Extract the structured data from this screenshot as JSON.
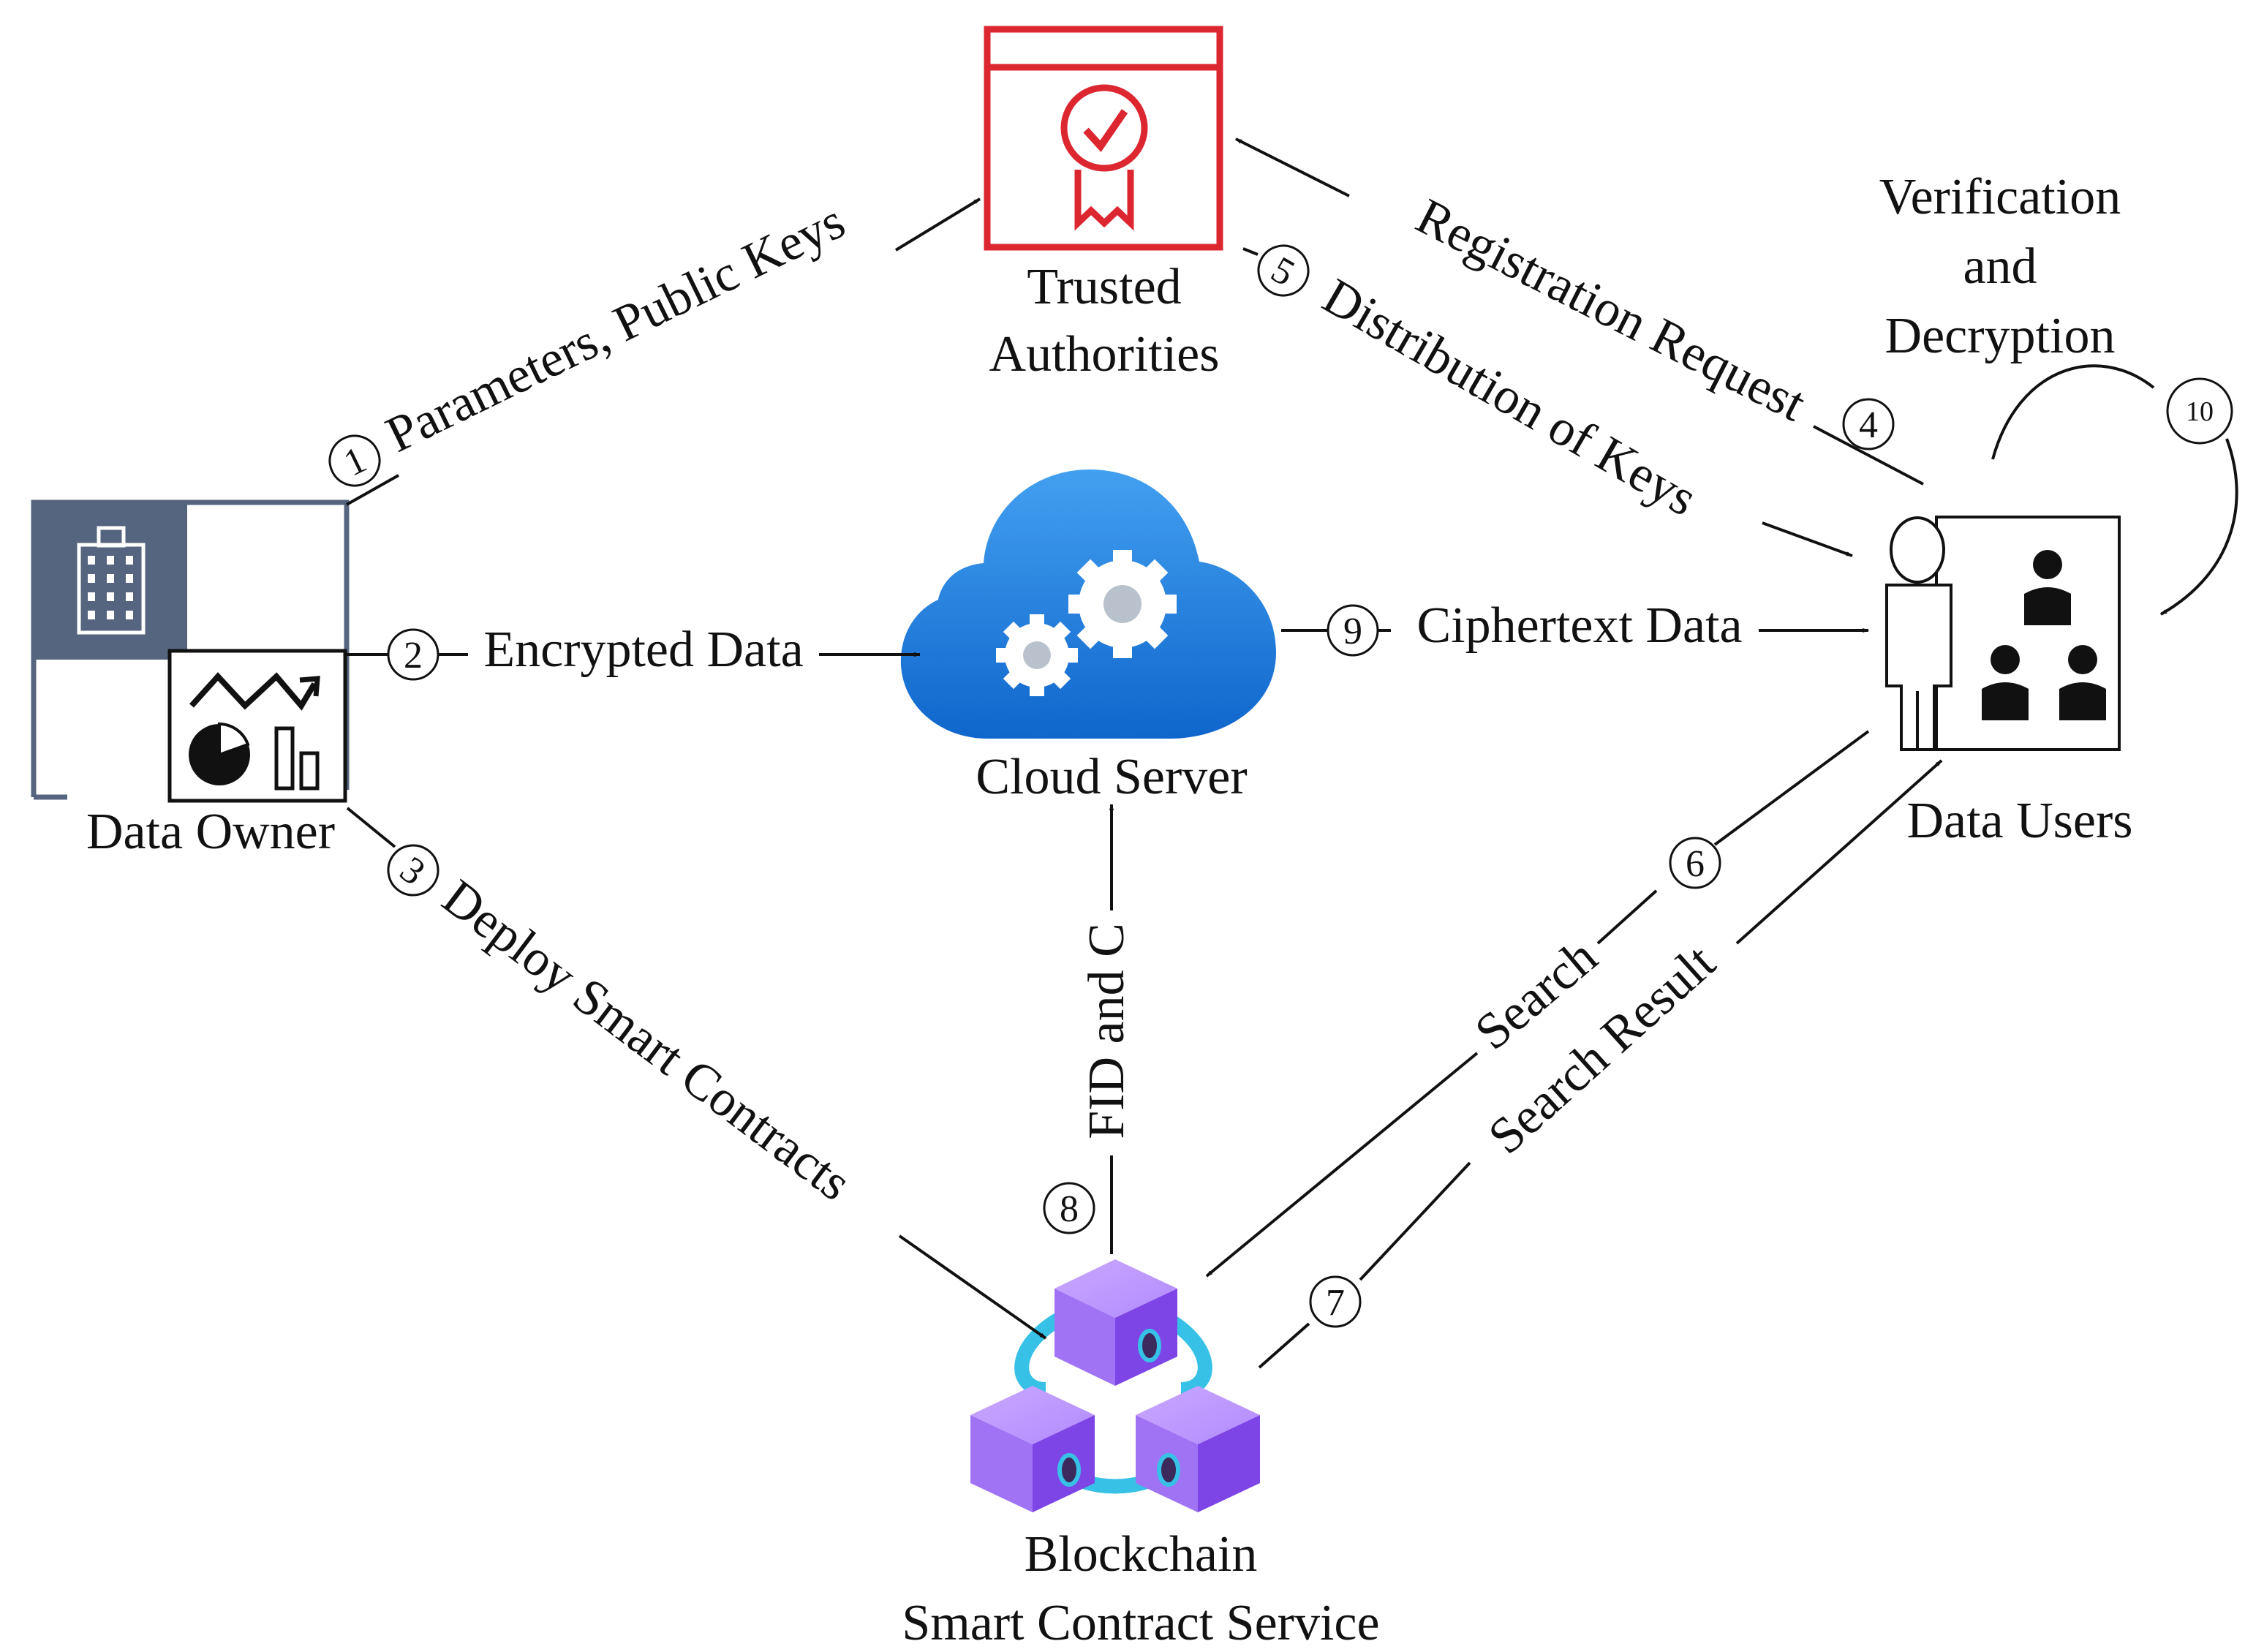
{
  "nodes": {
    "trusted_authorities": {
      "line1": "Trusted",
      "line2": "Authorities",
      "icon": "certificate-icon",
      "color": "#dc2630"
    },
    "data_owner": {
      "label": "Data Owner",
      "icon": "building-analytics-icon",
      "accent": "#56657f"
    },
    "cloud_server": {
      "label": "Cloud Server",
      "icon": "cloud-gears-icon",
      "color": "#1e7fde"
    },
    "data_users": {
      "label": "Data Users",
      "icon": "users-icon"
    },
    "blockchain": {
      "line1": "Blockchain",
      "line2": "Smart Contract Service",
      "icon": "blockchain-cubes-icon",
      "color": "#9b59f0"
    },
    "verification": {
      "line1": "Verification",
      "line2": "and",
      "line3": "Decryption"
    }
  },
  "edges": [
    {
      "step": "1",
      "label": "Parameters, Public Keys"
    },
    {
      "step": "2",
      "label": "Encrypted Data"
    },
    {
      "step": "3",
      "label": "Deploy Smart Contracts"
    },
    {
      "step": "4",
      "label": "Registration Request"
    },
    {
      "step": "5",
      "label": "Distribution of Keys"
    },
    {
      "step": "6",
      "label": "Search"
    },
    {
      "step": "7",
      "label": "Search Result"
    },
    {
      "step": "8",
      "label": "FID and C"
    },
    {
      "step": "9",
      "label": "Ciphertext Data"
    },
    {
      "step": "10",
      "label": ""
    }
  ]
}
